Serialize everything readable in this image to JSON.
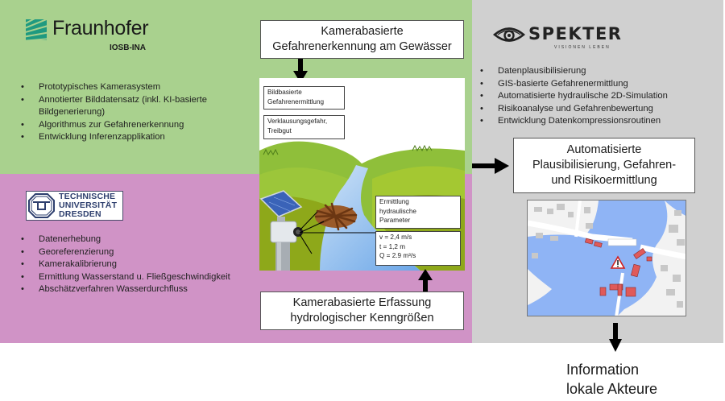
{
  "partners": {
    "fraunhofer": {
      "logo_name": "Fraunhofer",
      "logo_sub": "IOSB-INA",
      "brand_color": "#1f9a80",
      "tasks": [
        "Prototypisches Kamerasystem",
        "Annotierter Bilddatensatz (inkl. KI-basierte Bildgenerierung)",
        "Algorithmus zur Gefahrenerkennung",
        "Entwicklung Inferenzapplikation"
      ]
    },
    "tu_dresden": {
      "logo_lines": [
        "TECHNISCHE",
        "UNIVERSITÄT",
        "DRESDEN"
      ],
      "brand_color": "#2e3f6e",
      "tasks": [
        "Datenerhebung",
        "Georeferenzierung",
        "Kamerakalibrierung",
        "Ermittlung Wasserstand u. Fließgeschwindigkeit",
        "Abschätzverfahren Wasserdurchfluss"
      ]
    },
    "spekter": {
      "logo_name": "SPEKTER",
      "logo_tagline": "VISIONEN LEBEN",
      "tasks": [
        "Datenplausibilisierung",
        "GIS-basierte Gefahrenermittlung",
        "Automatisierte hydraulische 2D-Simulation",
        "Risikoanalyse und Gefahrenbewertung",
        "Entwicklung Datenkompressionsroutinen"
      ]
    }
  },
  "flow": {
    "top_box": [
      "Kamerabasierte",
      "Gefahrenerkennung am Gewässer"
    ],
    "bottom_box": [
      "Kamerabasierte Erfassung",
      "hydrologischer Kenngrößen"
    ],
    "right_box": [
      "Automatisierte",
      "Plausibilisierung, Gefahren-",
      "und Risikoermittlung"
    ],
    "output": [
      "Information",
      "lokale Akteure"
    ]
  },
  "illustration": {
    "label_image_based": [
      "Bildbasierte",
      "Gefahrenermittlung"
    ],
    "label_hazard": [
      "Verklausungsgefahr,",
      "Treibgut"
    ],
    "label_hydraulic": [
      "Ermittlung",
      "hydraulische",
      "Parameter"
    ],
    "measurements": [
      "v = 2,4 m/s",
      "t = 1,2 m",
      "Q = 2.9 m³/s"
    ]
  },
  "colors": {
    "fraunhofer_panel": "#a9d18e",
    "tu_panel": "#d093c6",
    "spekter_panel": "#d0d0d0",
    "water": "#8fb4f5",
    "risk_buildings": "#e05a5a"
  }
}
